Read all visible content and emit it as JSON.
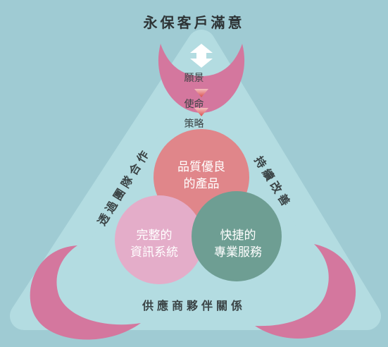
{
  "title": "永保客戶滿意",
  "flow": [
    "願景",
    "使命",
    "策略"
  ],
  "circles": {
    "top": [
      "品質優良",
      "的產品"
    ],
    "left": [
      "完整的",
      "資訊系統"
    ],
    "right": [
      "快捷的",
      "專業服務"
    ]
  },
  "sides": {
    "left": "透過團隊合作",
    "right": "持續改善",
    "bottom": "供應商夥伴關係"
  },
  "colors": {
    "background": "#9FCBD3",
    "triangle": "#B3DCE1",
    "crescent": "#D4779E",
    "circle_top": "#E0868A",
    "circle_left": "#E4ADC9",
    "circle_right": "#6E9E93",
    "arrow": "#E36B6B"
  }
}
